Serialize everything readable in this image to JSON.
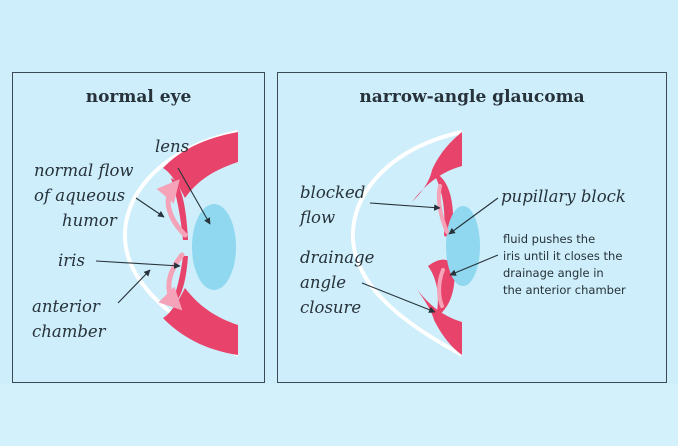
{
  "colors": {
    "background": "#cdeefa",
    "panel_border": "#3b4a54",
    "tissue": "#e8436a",
    "tissue_light": "#f5a3b8",
    "lens": "#8fd8f0",
    "cornea": "#ffffff",
    "text": "#27323a"
  },
  "normal": {
    "title": "normal eye",
    "labels": {
      "lens": "lens",
      "flow": [
        "normal flow",
        "of aqueous",
        "humor"
      ],
      "iris": "iris",
      "anterior": [
        "anterior",
        "chamber"
      ]
    }
  },
  "glaucoma": {
    "title": "narrow-angle glaucoma",
    "labels": {
      "blocked": [
        "blocked",
        "flow"
      ],
      "pupillary": "pupillary block",
      "drainage": [
        "drainage",
        "angle",
        "closure"
      ]
    },
    "note": [
      "fluid pushes the",
      "iris until it closes the",
      "drainage angle in",
      "the anterior chamber"
    ]
  }
}
